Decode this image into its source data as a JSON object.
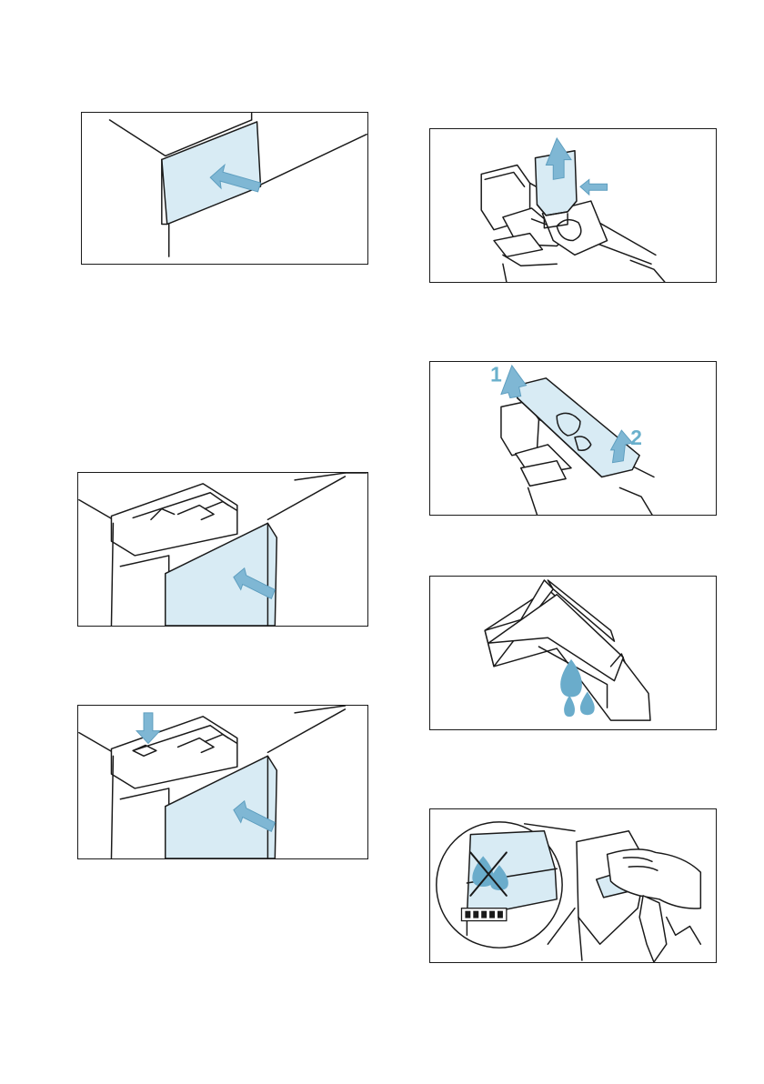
{
  "page": {
    "title": ""
  },
  "illustrations": [
    {
      "id": "open-door",
      "icon": "detergent-drawer-push-icon"
    },
    {
      "id": "lift-insert",
      "icon": "lift-insert-icon"
    },
    {
      "id": "pull-drawer",
      "icon": "pull-drawer-icon"
    },
    {
      "id": "remove-cover",
      "icon": "remove-cover-icon",
      "labels": [
        "1",
        "2"
      ]
    },
    {
      "id": "drain-drawer",
      "icon": "drain-water-icon"
    },
    {
      "id": "press-and-pull",
      "icon": "press-release-pull-icon"
    },
    {
      "id": "wipe-dry",
      "icon": "wipe-dry-icon"
    }
  ],
  "colors": {
    "accent": "#7fb7d4",
    "fill": "#d8ebf4",
    "line": "#1a1a1a"
  }
}
